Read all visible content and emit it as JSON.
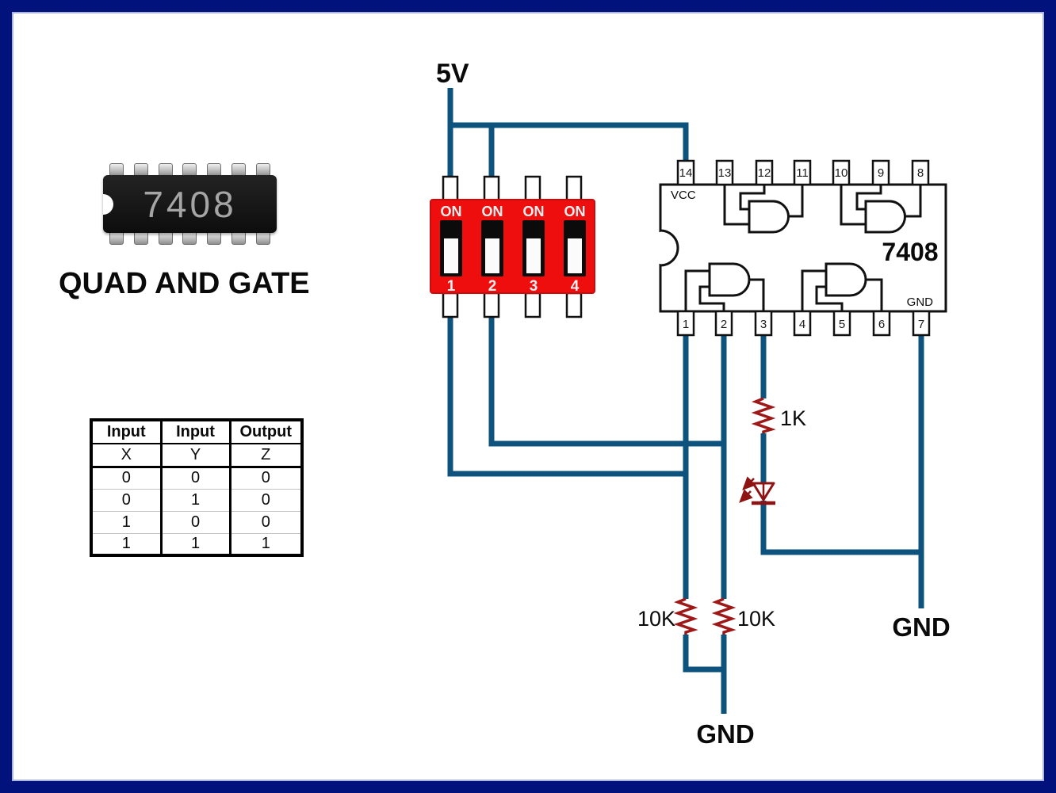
{
  "colors": {
    "frame_border": "#02127d",
    "frame_inner_line": "#a9b4e0",
    "wire": "#0e537d",
    "resistor": "#9e1818",
    "led": "#8e1414",
    "dip_red": "#ee0e0e",
    "schematic_ink": "#111111"
  },
  "chip_photo": {
    "label": "7408",
    "caption": "QUAD AND GATE"
  },
  "truth_table": {
    "headers": [
      "Input",
      "Input",
      "Output"
    ],
    "variables": [
      "X",
      "Y",
      "Z"
    ],
    "rows": [
      [
        "0",
        "0",
        "0"
      ],
      [
        "0",
        "1",
        "0"
      ],
      [
        "1",
        "0",
        "0"
      ],
      [
        "1",
        "1",
        "1"
      ]
    ]
  },
  "dip_switch": {
    "on_labels": [
      "ON",
      "ON",
      "ON",
      "ON"
    ],
    "numbers": [
      "1",
      "2",
      "3",
      "4"
    ]
  },
  "ic": {
    "name": "7408",
    "vcc_label": "VCC",
    "gnd_label": "GND",
    "top_pins": [
      "14",
      "13",
      "12",
      "11",
      "10",
      "9",
      "8"
    ],
    "bottom_pins": [
      "1",
      "2",
      "3",
      "4",
      "5",
      "6",
      "7"
    ]
  },
  "labels": {
    "supply": "5V",
    "r_led": "1K",
    "r_pull_left": "10K",
    "r_pull_right": "10K",
    "gnd_bottom": "GND",
    "gnd_right": "GND"
  }
}
